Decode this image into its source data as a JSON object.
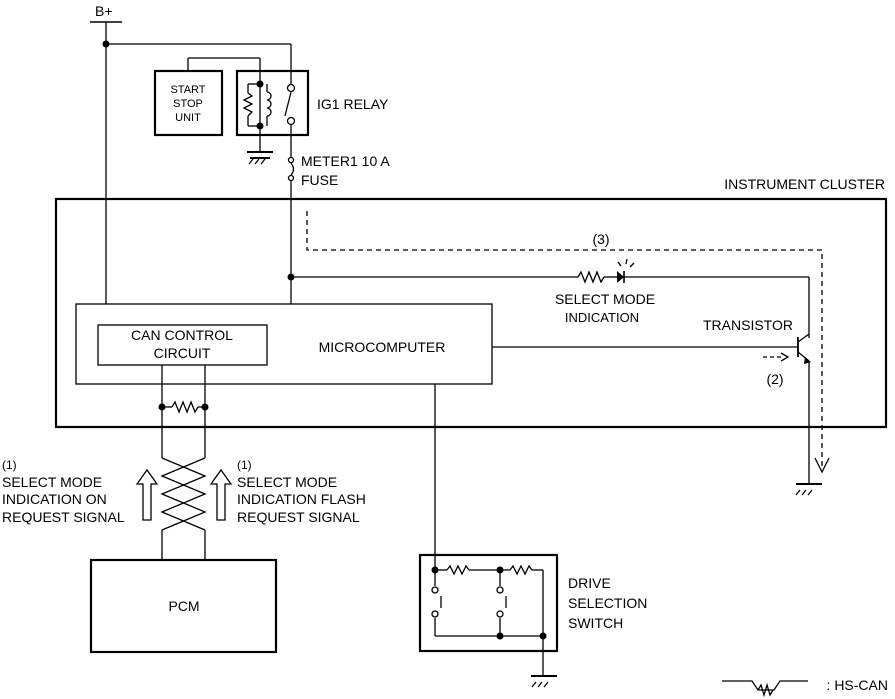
{
  "labels": {
    "supply": "B+",
    "start_stop_1": "START",
    "start_stop_2": "STOP",
    "start_stop_3": "UNIT",
    "ig1_relay": "IG1 RELAY",
    "fuse_1": "METER1 10 A",
    "fuse_2": "FUSE",
    "instrument_cluster": "INSTRUMENT CLUSTER",
    "path_3": "(3)",
    "select_mode_1": "SELECT MODE",
    "select_mode_2": "INDICATION",
    "transistor": "TRANSISTOR",
    "path_2": "(2)",
    "can_control_1": "CAN CONTROL",
    "can_control_2": "CIRCUIT",
    "microcomputer": "MICROCOMPUTER",
    "sig_left_1": "(1)",
    "sig_left_2": "SELECT MODE",
    "sig_left_3": "INDICATION ON",
    "sig_left_4": "REQUEST SIGNAL",
    "sig_right_1": "(1)",
    "sig_right_2": "SELECT MODE",
    "sig_right_3": "INDICATION  FLASH",
    "sig_right_4": "REQUEST SIGNAL",
    "pcm": "PCM",
    "drive_1": "DRIVE",
    "drive_2": "SELECTION",
    "drive_3": "SWITCH",
    "legend_hscan": ": HS-CAN"
  }
}
